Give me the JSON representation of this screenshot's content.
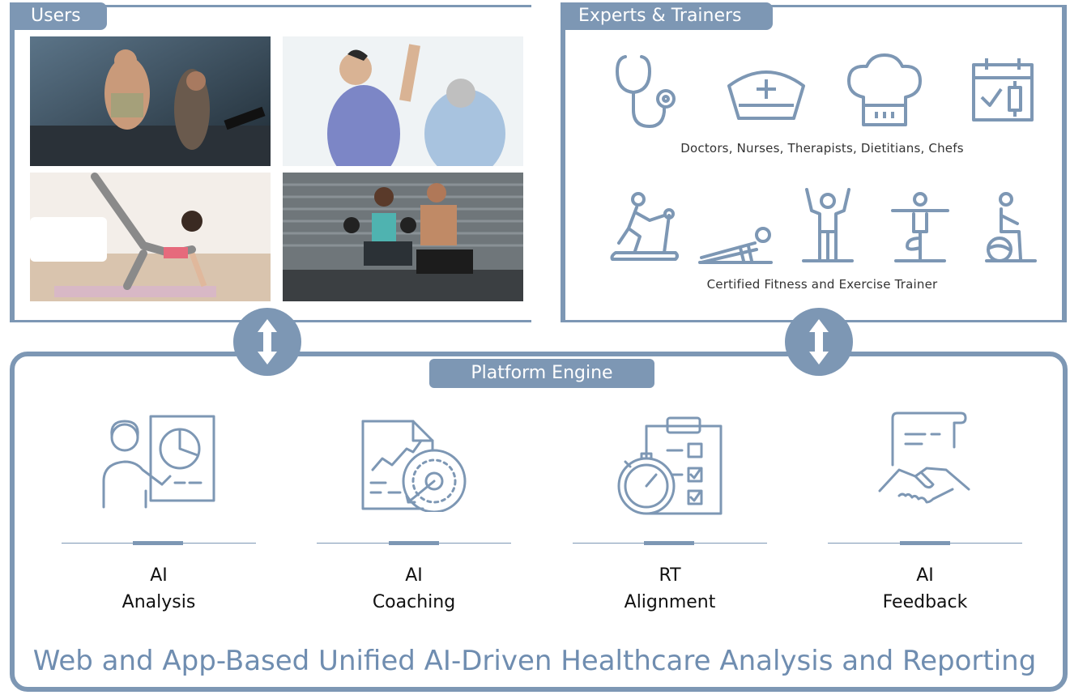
{
  "users": {
    "title": "Users"
  },
  "experts": {
    "title": "Experts & Trainers",
    "row1_icons": [
      "stethoscope-icon",
      "nurse-cap-icon",
      "chef-hat-icon",
      "calendar-syringe-icon"
    ],
    "row1_caption": "Doctors, Nurses, Therapists, Dietitians, Chefs",
    "row2_icons": [
      "treadmill-icon",
      "pushup-icon",
      "arms-raised-icon",
      "yoga-pose-icon",
      "ball-sit-icon"
    ],
    "row2_caption": "Certified Fitness and Exercise Trainer"
  },
  "engine": {
    "title": "Platform Engine",
    "items": [
      {
        "line1": "AI",
        "line2": "Analysis",
        "icon": "presentation-chart-icon"
      },
      {
        "line1": "AI",
        "line2": "Coaching",
        "icon": "target-report-icon"
      },
      {
        "line1": "RT",
        "line2": "Alignment",
        "icon": "stopwatch-checklist-icon"
      },
      {
        "line1": "AI",
        "line2": "Feedback",
        "icon": "handshake-document-icon"
      }
    ],
    "footer": "Web and App-Based Unified AI-Driven Healthcare Analysis and Reporting"
  },
  "colors": {
    "accent": "#7d97b4",
    "footer_text": "#6f8db0"
  }
}
